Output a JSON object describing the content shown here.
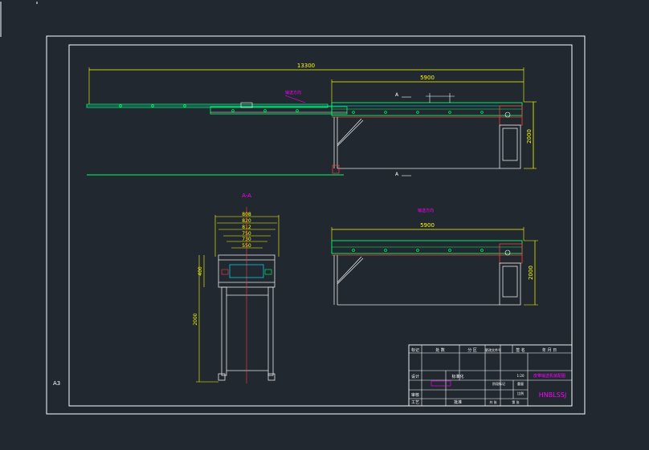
{
  "drawing": {
    "paper_label": "A3",
    "colors": {
      "background": "#212830",
      "frame": "#ffffff",
      "dimension": "#ffff00",
      "annotation": "#ff00ff",
      "conveyor": "#00ff66",
      "structure": "#e8e8e8",
      "accent_red": "#ff3b3b",
      "accent_cyan": "#00e5ff"
    },
    "elevation": {
      "overall_length": "13300",
      "section_length": "5900",
      "height": "2000",
      "callout": "输送方向",
      "section_mark_top": "A",
      "section_mark_bottom": "A"
    },
    "section_view": {
      "title": "A-A",
      "widths": [
        "808",
        "820",
        "812",
        "750",
        "730",
        "550"
      ],
      "height_upper": "400",
      "height_total": "2000"
    },
    "side_view": {
      "callout": "输送方向",
      "length": "5900",
      "height": "2000"
    },
    "title_block": {
      "header": [
        "标记",
        "处 数",
        "分 区",
        "更改文件号",
        "签 名",
        "年 月 日"
      ],
      "row_design": [
        "设计",
        "",
        "标准化",
        "",
        "阶段标记",
        "重量",
        "比例"
      ],
      "row_check": [
        "审核",
        ""
      ],
      "row_approve": [
        "工艺",
        "",
        "批准",
        ""
      ],
      "sheet_info": [
        "共  张",
        "第  张"
      ],
      "drawing_name": "皮带输送机装配图",
      "drawing_code": "HNBLSSJ",
      "scale_value": "1:20"
    }
  }
}
